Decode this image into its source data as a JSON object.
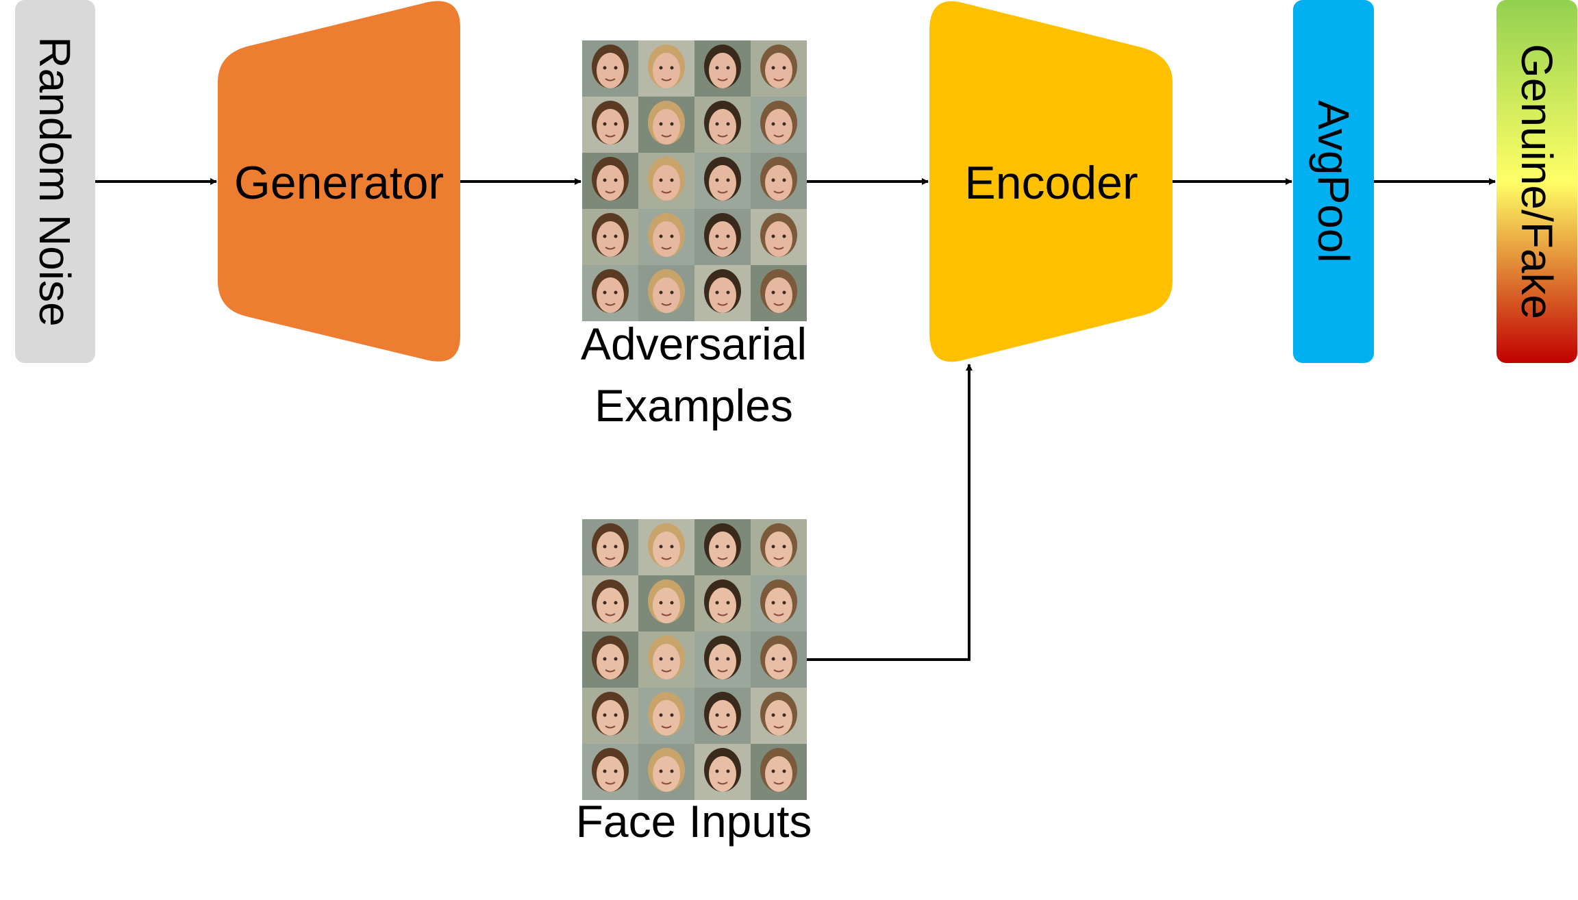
{
  "nodes": {
    "random_noise": {
      "label": "Random Noise",
      "color": "#d9d9d9"
    },
    "generator": {
      "label": "Generator",
      "color": "#ed7d31"
    },
    "adversarial_examples": {
      "label_line1": "Adversarial",
      "label_line2": "Examples"
    },
    "face_inputs": {
      "label": "Face Inputs"
    },
    "encoder": {
      "label": "Encoder",
      "color": "#ffc000"
    },
    "avgpool": {
      "label": "AvgPool",
      "color": "#00b0f0"
    },
    "output": {
      "label": "Genuine/Fake",
      "gradient": [
        "#92d050",
        "#ffff66",
        "#c00000"
      ]
    }
  },
  "face_grid": {
    "rows": 5,
    "cols": 4,
    "hair_colors": [
      "#5a3a22",
      "#c9a46a",
      "#3a2a1c",
      "#7a5a3a"
    ],
    "background_colors": [
      "#8f9a8e",
      "#b7b9a8",
      "#7d8a7a",
      "#a8ae9a",
      "#9aa79a"
    ]
  },
  "edges": [
    [
      "random_noise",
      "generator"
    ],
    [
      "generator",
      "adversarial_examples"
    ],
    [
      "adversarial_examples",
      "encoder"
    ],
    [
      "face_inputs",
      "encoder"
    ],
    [
      "encoder",
      "avgpool"
    ],
    [
      "avgpool",
      "output"
    ]
  ]
}
